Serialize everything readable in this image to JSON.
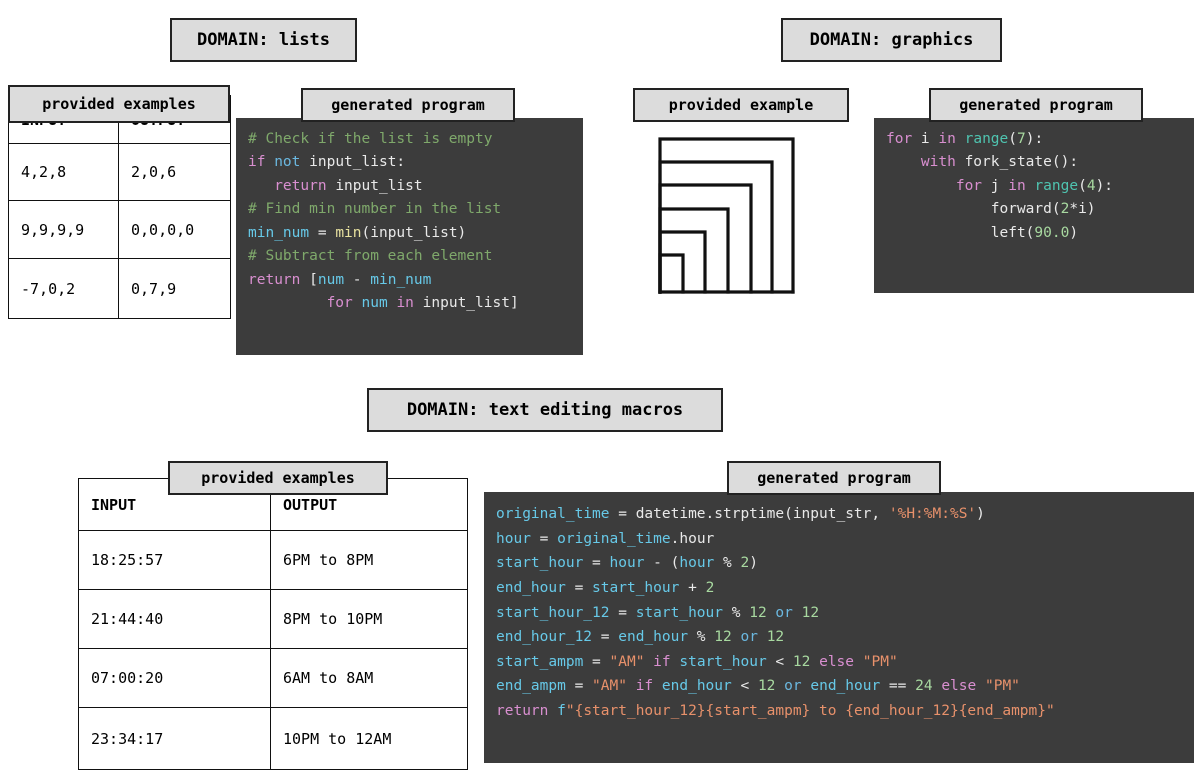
{
  "panels": {
    "lists": {
      "domain_label": "DOMAIN: lists",
      "examples_label": "provided examples",
      "program_label": "generated program",
      "table": {
        "headers": [
          "INPUT",
          "OUTPUT"
        ],
        "rows": [
          [
            "4,2,8",
            "2,0,6"
          ],
          [
            "9,9,9,9",
            "0,0,0,0"
          ],
          [
            "-7,0,2",
            "0,7,9"
          ]
        ]
      },
      "code_lines": [
        [
          {
            "t": "com",
            "v": "# Check if the list is empty"
          }
        ],
        [
          {
            "t": "kw",
            "v": "if "
          },
          {
            "t": "op",
            "v": "not"
          },
          {
            "t": "pln",
            "v": " input_list:"
          }
        ],
        [
          {
            "t": "pln",
            "v": "   "
          },
          {
            "t": "kw",
            "v": "return"
          },
          {
            "t": "pln",
            "v": " input_list"
          }
        ],
        [
          {
            "t": "com",
            "v": "# Find min number in the list"
          }
        ],
        [
          {
            "t": "var",
            "v": "min_num"
          },
          {
            "t": "pln",
            "v": " = "
          },
          {
            "t": "fn",
            "v": "min"
          },
          {
            "t": "pln",
            "v": "(input_list)"
          }
        ],
        [
          {
            "t": "com",
            "v": "# Subtract from each element"
          }
        ],
        [
          {
            "t": "kw",
            "v": "return"
          },
          {
            "t": "pln",
            "v": " ["
          },
          {
            "t": "var",
            "v": "num"
          },
          {
            "t": "pln",
            "v": " - "
          },
          {
            "t": "var",
            "v": "min_num"
          }
        ],
        [
          {
            "t": "pln",
            "v": "         "
          },
          {
            "t": "kw",
            "v": "for"
          },
          {
            "t": "pln",
            "v": " "
          },
          {
            "t": "var",
            "v": "num"
          },
          {
            "t": "pln",
            "v": " "
          },
          {
            "t": "kw",
            "v": "in"
          },
          {
            "t": "pln",
            "v": " input_list]"
          }
        ]
      ]
    },
    "graphics": {
      "domain_label": "DOMAIN: graphics",
      "examples_label": "provided example",
      "program_label": "generated program",
      "figure_name": "nested-squares-spiral",
      "code_lines": [
        [
          {
            "t": "kw",
            "v": "for"
          },
          {
            "t": "pln",
            "v": " i "
          },
          {
            "t": "kw",
            "v": "in"
          },
          {
            "t": "pln",
            "v": " "
          },
          {
            "t": "bi",
            "v": "range"
          },
          {
            "t": "pln",
            "v": "("
          },
          {
            "t": "num",
            "v": "7"
          },
          {
            "t": "pln",
            "v": "):"
          }
        ],
        [
          {
            "t": "pln",
            "v": "    "
          },
          {
            "t": "kw",
            "v": "with"
          },
          {
            "t": "pln",
            "v": " fork_state():"
          }
        ],
        [
          {
            "t": "pln",
            "v": "        "
          },
          {
            "t": "kw",
            "v": "for"
          },
          {
            "t": "pln",
            "v": " j "
          },
          {
            "t": "kw",
            "v": "in"
          },
          {
            "t": "pln",
            "v": " "
          },
          {
            "t": "bi",
            "v": "range"
          },
          {
            "t": "pln",
            "v": "("
          },
          {
            "t": "num",
            "v": "4"
          },
          {
            "t": "pln",
            "v": "):"
          }
        ],
        [
          {
            "t": "pln",
            "v": "            forward("
          },
          {
            "t": "num",
            "v": "2"
          },
          {
            "t": "pln",
            "v": "*i)"
          }
        ],
        [
          {
            "t": "pln",
            "v": "            left("
          },
          {
            "t": "num",
            "v": "90.0"
          },
          {
            "t": "pln",
            "v": ")"
          }
        ]
      ]
    },
    "macros": {
      "domain_label": "DOMAIN: text editing macros",
      "examples_label": "provided examples",
      "program_label": "generated program",
      "table": {
        "headers": [
          "INPUT",
          "OUTPUT"
        ],
        "rows": [
          [
            "18:25:57",
            "6PM to 8PM"
          ],
          [
            "21:44:40",
            "8PM to 10PM"
          ],
          [
            "07:00:20",
            "6AM to 8AM"
          ],
          [
            "23:34:17",
            "10PM to 12AM"
          ]
        ]
      },
      "code_lines": [
        [
          {
            "t": "var",
            "v": "original_time"
          },
          {
            "t": "pln",
            "v": " = datetime.strptime(input_str, "
          },
          {
            "t": "str",
            "v": "'%H:%M:%S'"
          },
          {
            "t": "pln",
            "v": ")"
          }
        ],
        [
          {
            "t": "var",
            "v": "hour"
          },
          {
            "t": "pln",
            "v": " = "
          },
          {
            "t": "var",
            "v": "original_time"
          },
          {
            "t": "pln",
            "v": ".hour"
          }
        ],
        [
          {
            "t": "var",
            "v": "start_hour"
          },
          {
            "t": "pln",
            "v": " = "
          },
          {
            "t": "var",
            "v": "hour"
          },
          {
            "t": "pln",
            "v": " - ("
          },
          {
            "t": "var",
            "v": "hour"
          },
          {
            "t": "pln",
            "v": " % "
          },
          {
            "t": "num",
            "v": "2"
          },
          {
            "t": "pln",
            "v": ")"
          }
        ],
        [
          {
            "t": "var",
            "v": "end_hour"
          },
          {
            "t": "pln",
            "v": " = "
          },
          {
            "t": "var",
            "v": "start_hour"
          },
          {
            "t": "pln",
            "v": " + "
          },
          {
            "t": "num",
            "v": "2"
          }
        ],
        [
          {
            "t": "var",
            "v": "start_hour_12"
          },
          {
            "t": "pln",
            "v": " = "
          },
          {
            "t": "var",
            "v": "start_hour"
          },
          {
            "t": "pln",
            "v": " % "
          },
          {
            "t": "num",
            "v": "12"
          },
          {
            "t": "pln",
            "v": " "
          },
          {
            "t": "op",
            "v": "or"
          },
          {
            "t": "pln",
            "v": " "
          },
          {
            "t": "num",
            "v": "12"
          }
        ],
        [
          {
            "t": "var",
            "v": "end_hour_12"
          },
          {
            "t": "pln",
            "v": " = "
          },
          {
            "t": "var",
            "v": "end_hour"
          },
          {
            "t": "pln",
            "v": " % "
          },
          {
            "t": "num",
            "v": "12"
          },
          {
            "t": "pln",
            "v": " "
          },
          {
            "t": "op",
            "v": "or"
          },
          {
            "t": "pln",
            "v": " "
          },
          {
            "t": "num",
            "v": "12"
          }
        ],
        [
          {
            "t": "var",
            "v": "start_ampm"
          },
          {
            "t": "pln",
            "v": " = "
          },
          {
            "t": "str",
            "v": "\"AM\""
          },
          {
            "t": "pln",
            "v": " "
          },
          {
            "t": "kw",
            "v": "if"
          },
          {
            "t": "pln",
            "v": " "
          },
          {
            "t": "var",
            "v": "start_hour"
          },
          {
            "t": "pln",
            "v": " < "
          },
          {
            "t": "num",
            "v": "12"
          },
          {
            "t": "pln",
            "v": " "
          },
          {
            "t": "kw",
            "v": "else"
          },
          {
            "t": "pln",
            "v": " "
          },
          {
            "t": "str",
            "v": "\"PM\""
          }
        ],
        [
          {
            "t": "var",
            "v": "end_ampm"
          },
          {
            "t": "pln",
            "v": " = "
          },
          {
            "t": "str",
            "v": "\"AM\""
          },
          {
            "t": "pln",
            "v": " "
          },
          {
            "t": "kw",
            "v": "if"
          },
          {
            "t": "pln",
            "v": " "
          },
          {
            "t": "var",
            "v": "end_hour"
          },
          {
            "t": "pln",
            "v": " < "
          },
          {
            "t": "num",
            "v": "12"
          },
          {
            "t": "pln",
            "v": " "
          },
          {
            "t": "op",
            "v": "or"
          },
          {
            "t": "pln",
            "v": " "
          },
          {
            "t": "var",
            "v": "end_hour"
          },
          {
            "t": "pln",
            "v": " == "
          },
          {
            "t": "num",
            "v": "24"
          },
          {
            "t": "pln",
            "v": " "
          },
          {
            "t": "kw",
            "v": "else"
          },
          {
            "t": "pln",
            "v": " "
          },
          {
            "t": "str",
            "v": "\"PM\""
          }
        ],
        [
          {
            "t": "kw",
            "v": "return"
          },
          {
            "t": "pln",
            "v": " "
          },
          {
            "t": "var",
            "v": "f"
          },
          {
            "t": "str",
            "v": "\"{start_hour_12}{start_ampm} to {end_hour_12}{end_ampm}\""
          }
        ]
      ]
    }
  },
  "colors": {
    "code_bg": "#3c3c3c",
    "chip_bg": "#dcdcdc",
    "chip_border": "#222222",
    "comment": "#7fa96b",
    "keyword": "#d98fd0",
    "operator": "#6bb8e0",
    "variable": "#67c9e8",
    "function": "#e8e2a0",
    "builtin": "#4fc4b0",
    "number": "#a8d9a0",
    "string": "#e8916b",
    "plain": "#e9e9e9"
  }
}
